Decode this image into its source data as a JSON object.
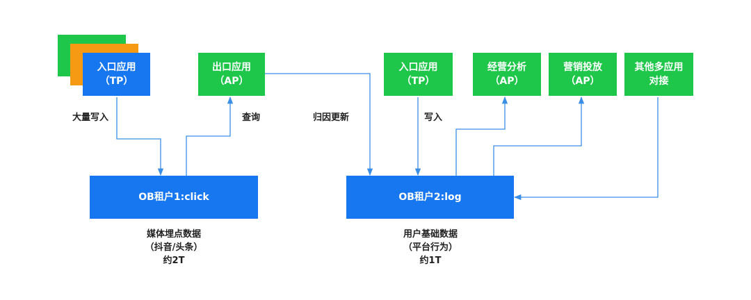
{
  "colors": {
    "green": "#1ec64a",
    "blue": "#1677f0",
    "orange": "#f59a12",
    "line": "#3a8ee6"
  },
  "left_group": {
    "entry_app": {
      "line1": "入口应用",
      "line2": "（TP）"
    },
    "exit_app": {
      "line1": "出口应用",
      "line2": "（AP）"
    },
    "write_label": "大量写入",
    "query_label": "查询",
    "tenant": "OB租户1:click",
    "caption": {
      "line1": "媒体埋点数据",
      "line2": "（抖音/头条）",
      "line3": "约2T"
    }
  },
  "middle_label": "归因更新",
  "right_group": {
    "entry_app": {
      "line1": "入口应用",
      "line2": "（TP）"
    },
    "write_label": "写入",
    "ops_analysis": {
      "line1": "经营分析",
      "line2": "（AP）"
    },
    "marketing": {
      "line1": "营销投放",
      "line2": "（AP）"
    },
    "other_apps": {
      "line1": "其他多应用",
      "line2": "对接"
    },
    "tenant": "OB租户2:log",
    "caption": {
      "line1": "用户基础数据",
      "line2": "（平台行为）",
      "line3": "约1T"
    }
  }
}
